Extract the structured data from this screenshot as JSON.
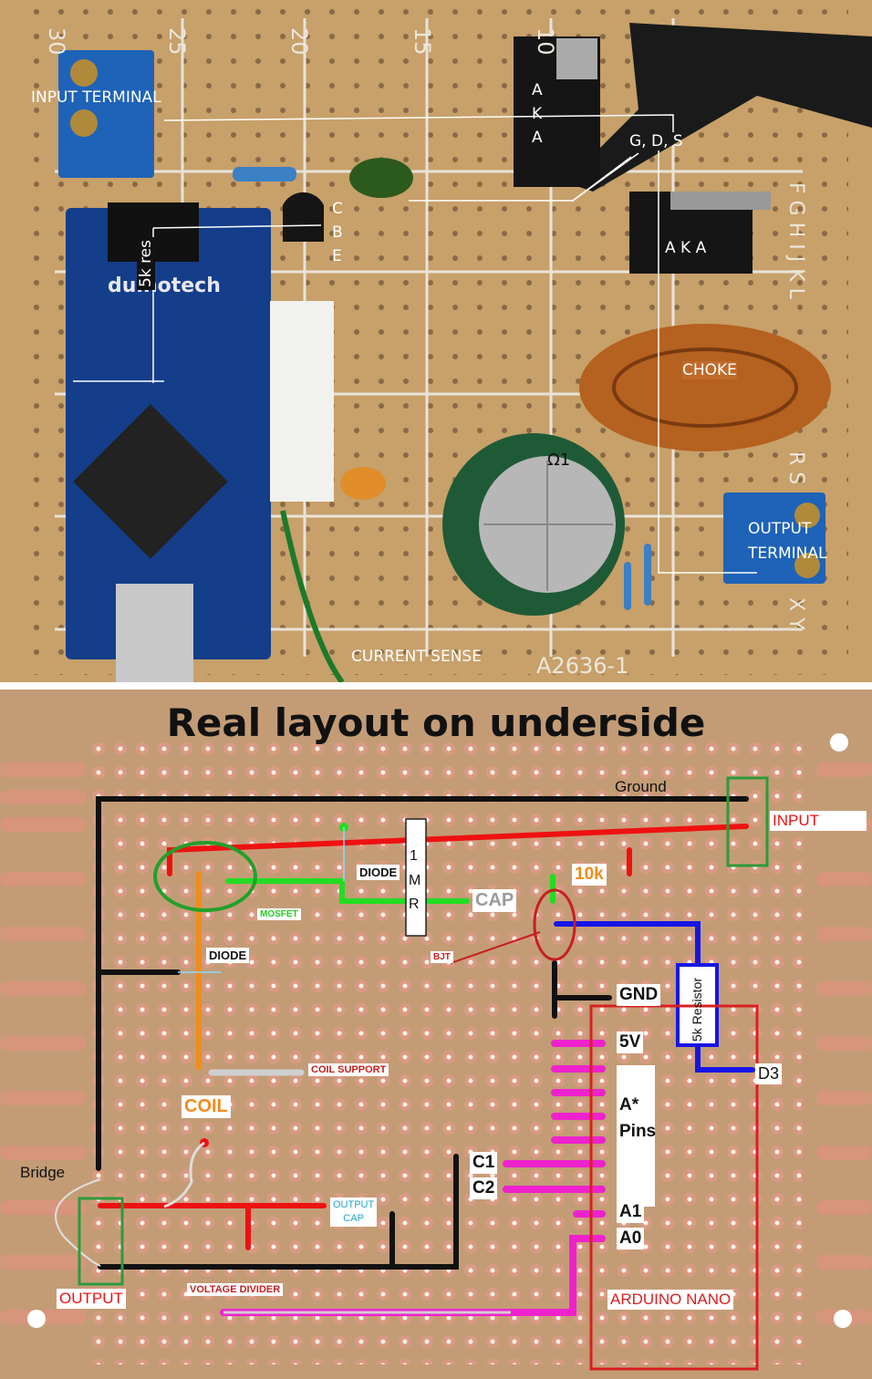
{
  "top_photo": {
    "row_numbers": [
      "30",
      "25",
      "20",
      "15",
      "10"
    ],
    "right_letters": "F G H I J K L",
    "right_letters_lower": "R S",
    "right_letters_bottom": "X Y",
    "board_arduino_text": "duinotech",
    "board_code": "A2636-1",
    "capacitor_text": "Ω1",
    "labels": {
      "input_terminal": "INPUT TERMINAL",
      "aka_top": [
        "A",
        "K",
        "A"
      ],
      "gds": "G, D, S",
      "cbe": [
        "C",
        "B",
        "E"
      ],
      "aka_right": "A K A",
      "res_5k": "5k res",
      "choke": "CHOKE",
      "output_terminal_1": "OUTPUT",
      "output_terminal_2": "TERMINAL",
      "current_sense": "CURRENT SENSE"
    }
  },
  "bottom_diagram": {
    "title": "Real layout on underside",
    "labels": {
      "ground": "Ground",
      "input": "INPUT",
      "diode_top": "DIODE",
      "r_1m": [
        "1",
        "M",
        "R"
      ],
      "cap": "CAP",
      "ten_k": "10k",
      "mosfet": "MOSFET",
      "bjt": "BJT",
      "diode_left": "DIODE",
      "gnd": "GND",
      "five_v": "5V",
      "resistor_5k": "5k Resistor",
      "d3": "D3",
      "coil_support": "COIL SUPPORT",
      "coil": "COIL",
      "a_star": "A*",
      "pins": "Pins",
      "c1": "C1",
      "c2": "C2",
      "a1": "A1",
      "a0": "A0",
      "bridge": "Bridge",
      "output_cap_1": "OUTPUT",
      "output_cap_2": "CAP",
      "output": "OUTPUT",
      "voltage_divider": "VOLTAGE DIVIDER",
      "arduino_nano": "ARDUINO NANO"
    },
    "colors": {
      "ground_trace": "#111111",
      "supply_trace": "#ee1111",
      "gate_trace": "#22dd22",
      "diode_trace": "#f08c1e",
      "signal_trace": "#1616e6",
      "analog_trace": "#ee22cc",
      "nano_outline": "#d82020",
      "terminal_outline": "#2e9a3a"
    }
  }
}
